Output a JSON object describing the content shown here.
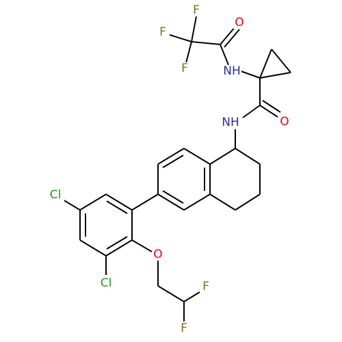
{
  "molecule": {
    "atoms": {
      "F1": "F",
      "F2": "F",
      "F3": "F",
      "O_amide1": "O",
      "N_amide1": "NH",
      "O_amide2": "O",
      "N_amide2": "NH",
      "Cl_top": "Cl",
      "O_ether": "O",
      "Cl_bottom": "Cl",
      "F4": "F",
      "F5": "F"
    },
    "colors": {
      "bond": "#000000",
      "F": "#8B6914",
      "O": "#E8000B",
      "N": "#2B2B9B",
      "Cl": "#1A9E1A"
    }
  }
}
